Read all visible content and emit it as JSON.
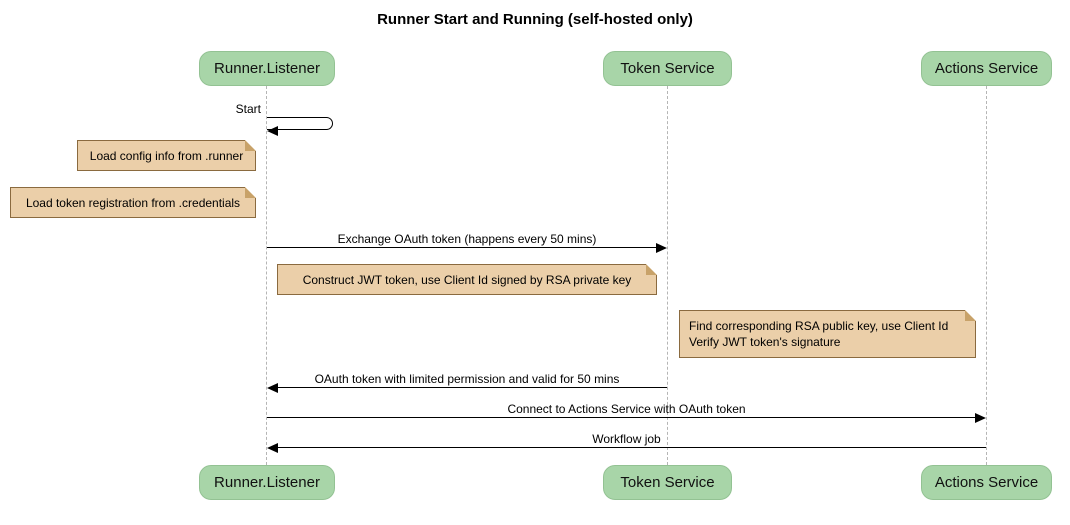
{
  "title": "Runner Start and Running (self-hosted only)",
  "participants": [
    {
      "name": "Runner.Listener"
    },
    {
      "name": "Token Service"
    },
    {
      "name": "Actions Service"
    }
  ],
  "messages": [
    {
      "label": "Start",
      "type": "self",
      "on": "Runner.Listener"
    },
    {
      "label": "Exchange OAuth token (happens every 50 mins)",
      "from": "Runner.Listener",
      "to": "Token Service"
    },
    {
      "label": "OAuth token with limited permission and valid for 50 mins",
      "from": "Token Service",
      "to": "Runner.Listener"
    },
    {
      "label": "Connect to Actions Service with OAuth token",
      "from": "Runner.Listener",
      "to": "Actions Service"
    },
    {
      "label": "Workflow job",
      "from": "Actions Service",
      "to": "Runner.Listener"
    }
  ],
  "notes": [
    {
      "text": "Load config info from .runner"
    },
    {
      "text": "Load token registration from .credentials"
    },
    {
      "text": "Construct JWT token, use Client Id signed by RSA private key"
    },
    {
      "line1": "Find corresponding RSA public key, use Client Id",
      "line2": "Verify JWT token's signature"
    }
  ],
  "colors": {
    "background": "#ffffff",
    "participant_fill": "#a8d5a8",
    "participant_border": "#93c293",
    "note_fill": "#ebcfa9",
    "note_border": "#8a6a3f",
    "lifeline": "#b5b5b5",
    "message": "#000000"
  }
}
